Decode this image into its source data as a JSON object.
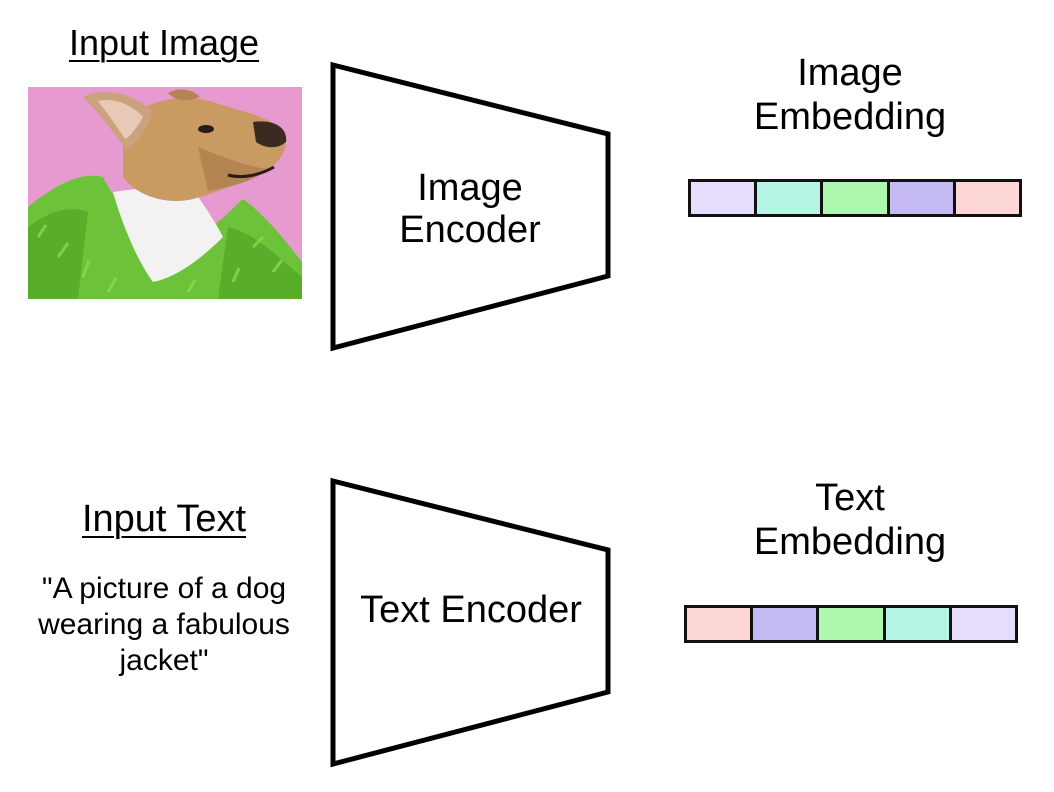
{
  "image_branch": {
    "input_label": "Input Image",
    "encoder_label": "Image Encoder",
    "embedding_label_line1": "Image",
    "embedding_label_line2": "Embedding",
    "embedding_colors": [
      "#e6dcfb",
      "#b5f5e3",
      "#aef7ae",
      "#c5b9f4",
      "#fdd6d6"
    ]
  },
  "text_branch": {
    "input_label": "Input Text",
    "input_text": "\"A picture of a dog wearing a fabulous jacket\"",
    "encoder_label": "Text Encoder",
    "embedding_label_line1": "Text",
    "embedding_label_line2": "Embedding",
    "embedding_colors": [
      "#fdd6d6",
      "#c5b9f4",
      "#aef7ae",
      "#b5f5e3",
      "#e6dcfb"
    ]
  }
}
